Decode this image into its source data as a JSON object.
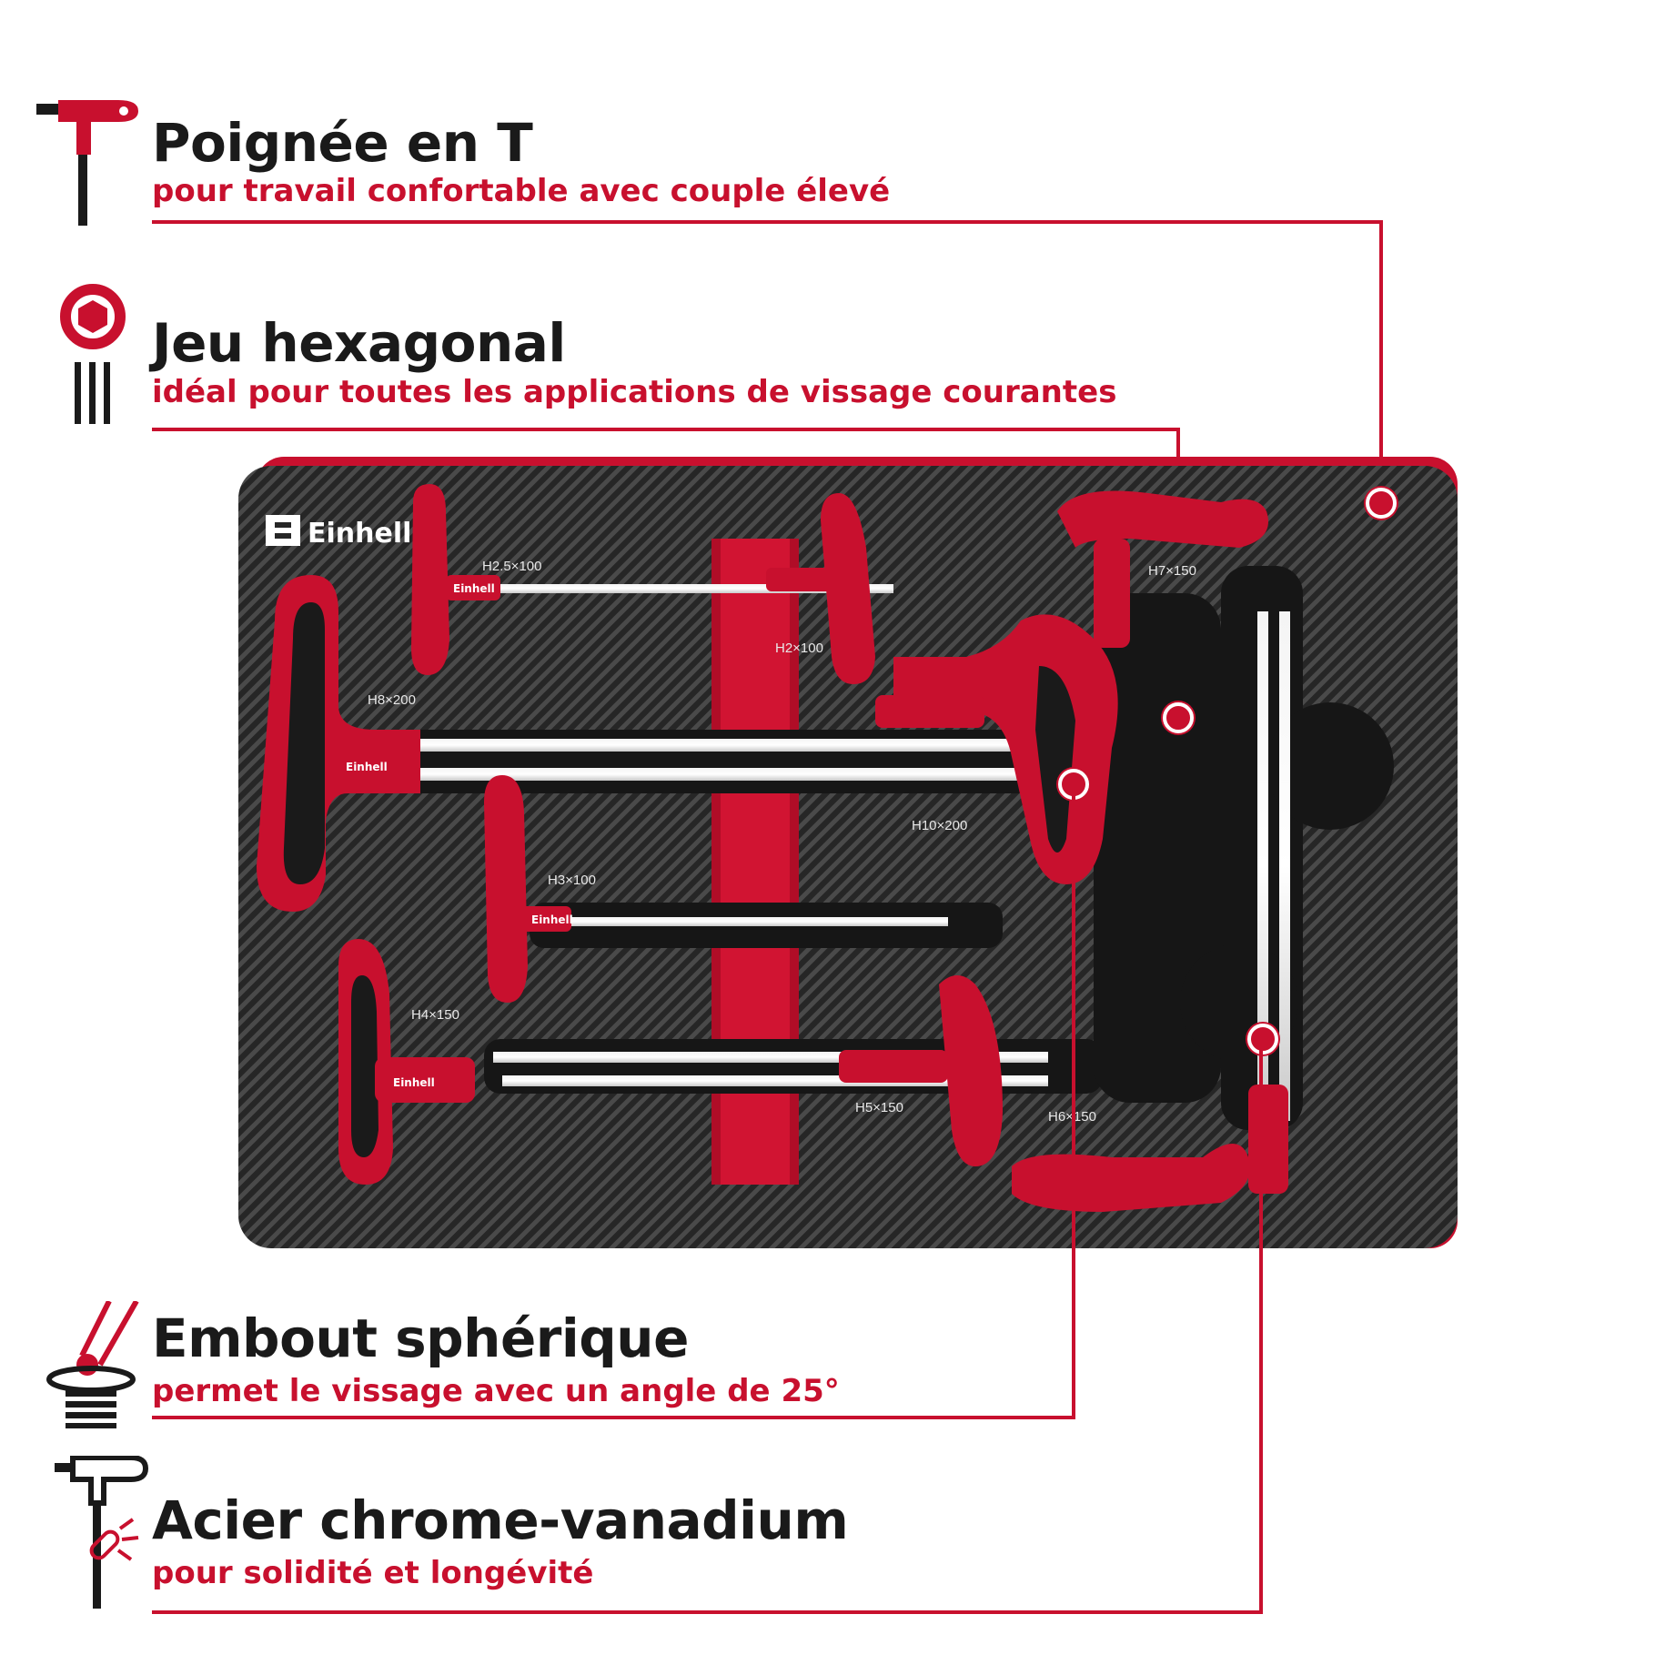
{
  "features": [
    {
      "title": "Poignée en T",
      "subtitle": "pour travail confortable avec couple élevé",
      "icon": "t-handle-icon"
    },
    {
      "title": "Jeu hexagonal",
      "subtitle": "idéal pour toutes les applications de vissage courantes",
      "icon": "hexagon-icon"
    },
    {
      "title": "Embout sphérique",
      "subtitle": "permet le vissage avec un angle de 25°",
      "icon": "ball-end-icon"
    },
    {
      "title": "Acier chrome-vanadium",
      "subtitle": "pour solidité et longévité",
      "icon": "chrome-vanadium-icon"
    }
  ],
  "tray": {
    "brand": "Einhell",
    "sizes": [
      "H2.5×100",
      "H2×100",
      "H8×200",
      "H10×200",
      "H3×100",
      "H4×150",
      "H5×150",
      "H6×150",
      "H7×150"
    ]
  },
  "colors": {
    "accent": "#c8102e",
    "text": "#1a1a1a",
    "tray": "#2b2b2b",
    "background": "#ffffff"
  }
}
